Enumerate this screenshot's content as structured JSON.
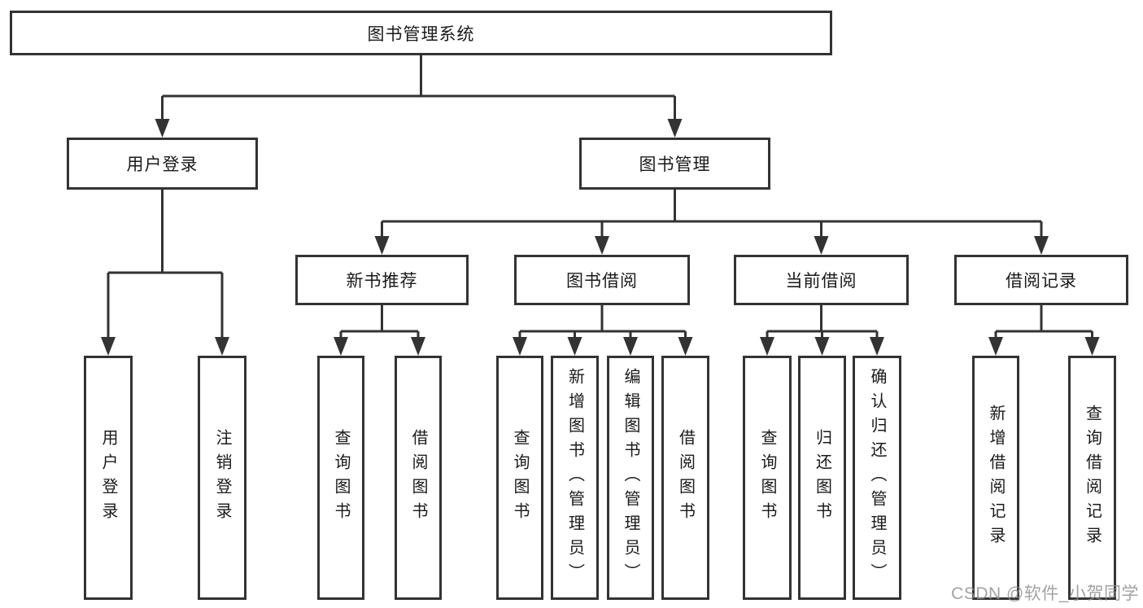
{
  "tree": {
    "root": {
      "label": "图书管理系统"
    },
    "branches": [
      {
        "label": "用户登录",
        "children": [
          {
            "label": "用户登录"
          },
          {
            "label": "注销登录"
          }
        ]
      },
      {
        "label": "图书管理",
        "children": [
          {
            "label": "新书推荐",
            "children": [
              {
                "label": "查询图书"
              },
              {
                "label": "借阅图书"
              }
            ]
          },
          {
            "label": "图书借阅",
            "children": [
              {
                "label": "查询图书"
              },
              {
                "label": "新增图书（管理员）"
              },
              {
                "label": "编辑图书（管理员）"
              },
              {
                "label": "借阅图书"
              }
            ]
          },
          {
            "label": "当前借阅",
            "children": [
              {
                "label": "查询图书"
              },
              {
                "label": "归还图书"
              },
              {
                "label": "确认归还（管理员）"
              }
            ]
          },
          {
            "label": "借阅记录",
            "children": [
              {
                "label": "新增借阅记录"
              },
              {
                "label": "查询借阅记录"
              }
            ]
          }
        ]
      }
    ]
  },
  "watermark": {
    "text": "CSDN @软件_小贺同学"
  },
  "colors": {
    "line": "#333333",
    "box_border": "#333333",
    "text": "#1a1a1a",
    "background": "#ffffff",
    "watermark": "#8e8e8e"
  }
}
